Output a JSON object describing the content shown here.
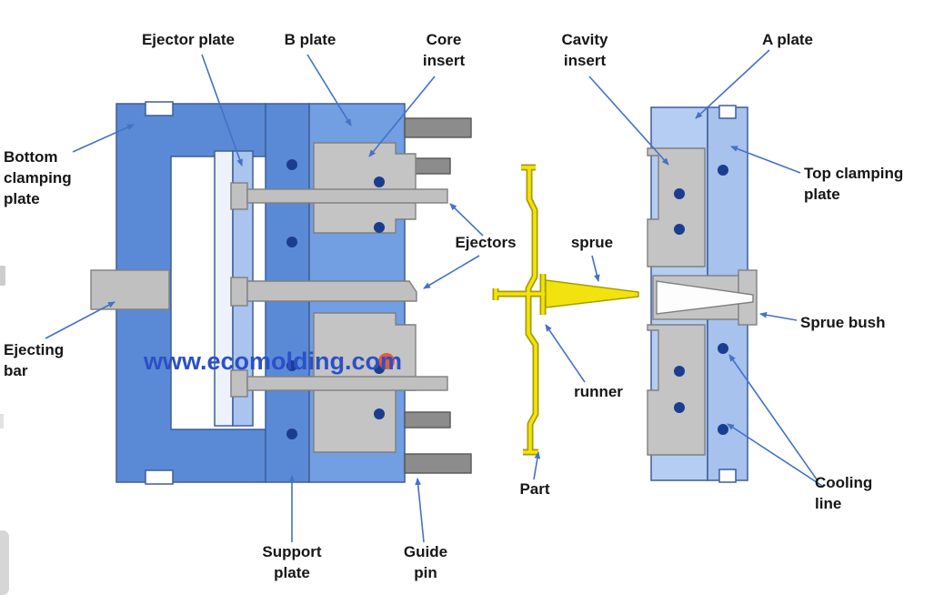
{
  "watermark": {
    "text": "www.ecomolding.com"
  },
  "labels": {
    "ejector_plate": [
      "Ejector plate"
    ],
    "b_plate": [
      "B plate"
    ],
    "core_insert": [
      "Core",
      "insert"
    ],
    "cavity_insert": [
      "Cavity",
      "insert"
    ],
    "a_plate": [
      "A plate"
    ],
    "bottom_clamping_plate": [
      "Bottom",
      "clamping",
      "plate"
    ],
    "top_clamping_plate": [
      "Top clamping",
      "plate"
    ],
    "ejectors": [
      "Ejectors"
    ],
    "sprue": [
      "sprue"
    ],
    "sprue_bush": [
      "Sprue bush"
    ],
    "ejecting_bar": [
      "Ejecting",
      "bar"
    ],
    "runner": [
      "runner"
    ],
    "part": [
      "Part"
    ],
    "cooling_line": [
      "Cooling",
      "line"
    ],
    "support_plate": [
      "Support",
      "plate"
    ],
    "guide_pin": [
      "Guide",
      "pin"
    ]
  },
  "colors": {
    "plate_blue": "#5a8ad6",
    "b_plate_blue": "#729ee2",
    "ejector_plate_blue": "#a9c4ee",
    "retainer_white": "#edf2fb",
    "a_plate_blue": "#b5cdf2",
    "clamping_light_blue": "#a6c2ed",
    "insert_gray": "#c4c4c4",
    "pin_gray": "#c0c0c0",
    "guide_pin_gray": "#8c8c8c",
    "cooling_dot_navy": "#1b3d8f",
    "part_yellow": "#f3e30d",
    "part_yellow_dark": "#a89c00",
    "arrow_blue": "#4472c4",
    "watermark_blue": "#2b50c8",
    "logo_orange": "#e8512d",
    "notch_white": "#ffffff"
  }
}
